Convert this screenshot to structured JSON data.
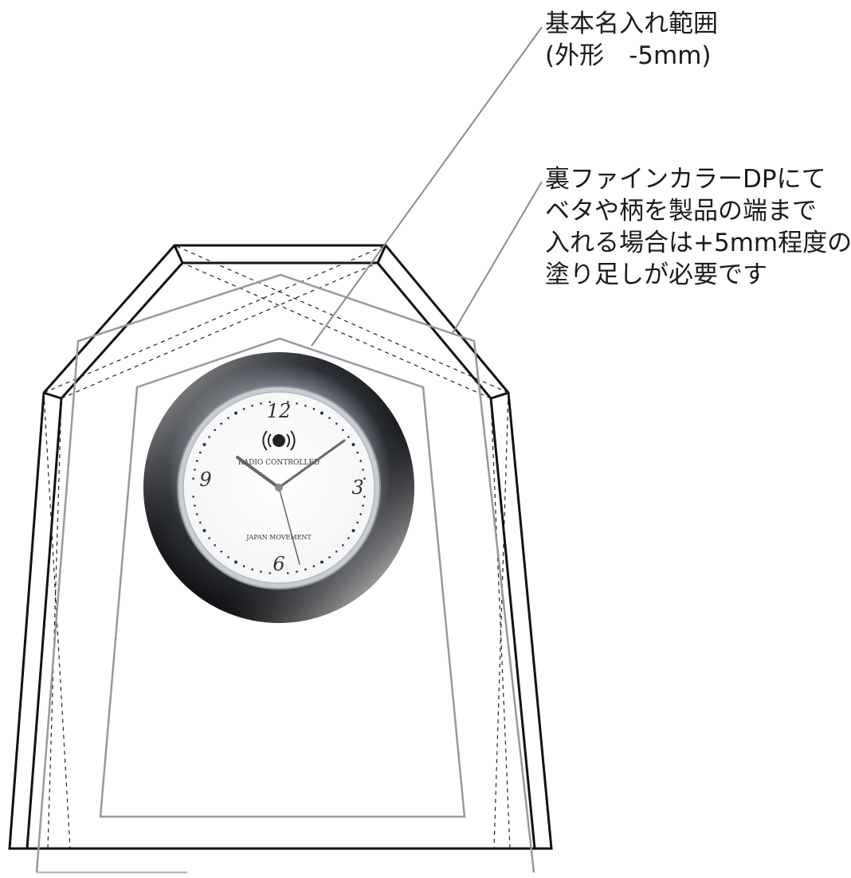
{
  "annotations": {
    "engraving_range": {
      "line1": "基本名入れ範囲",
      "line2": "(外形　-5mm)"
    },
    "fine_color_dp": {
      "line1": "裏ファインカラーDPにて",
      "line2": "ベタや柄を製品の端まで",
      "line3": "入れる場合は+5mm程度の",
      "line4": "塗り足しが必要です"
    }
  },
  "clock": {
    "numerals": {
      "twelve": "12",
      "three": "3",
      "six": "6",
      "nine": "9"
    },
    "dial_top_label": "RADIO CONTROLLED",
    "dial_bottom_label": "JAPAN MOVEMENT"
  },
  "colors": {
    "outline": "#111111",
    "bleed_line": "#999999",
    "leader_line": "#8c8c8c",
    "text": "#1a1a1a"
  }
}
